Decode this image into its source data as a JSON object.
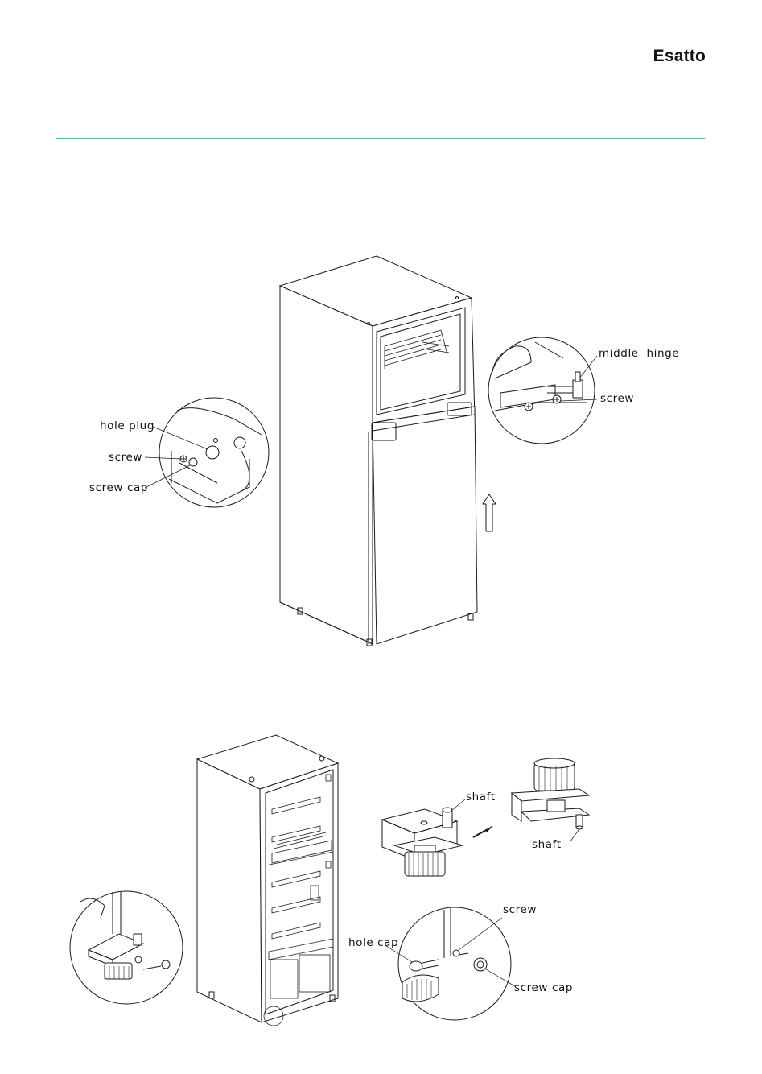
{
  "brand": "Esatto",
  "colors": {
    "accent_rule": "#5ab4ac",
    "line": "#1a1a1a"
  },
  "figure1": {
    "labels": {
      "hole_plug": "hole plug",
      "screw_left": "screw",
      "screw_cap_left": "screw cap",
      "middle_hinge": "middle  hinge",
      "screw_right": "screw"
    }
  },
  "figure2": {
    "labels": {
      "shaft_top": "shaft",
      "shaft_right": "shaft",
      "screw": "screw",
      "hole_cap": "hole cap",
      "screw_cap": "screw cap"
    }
  }
}
